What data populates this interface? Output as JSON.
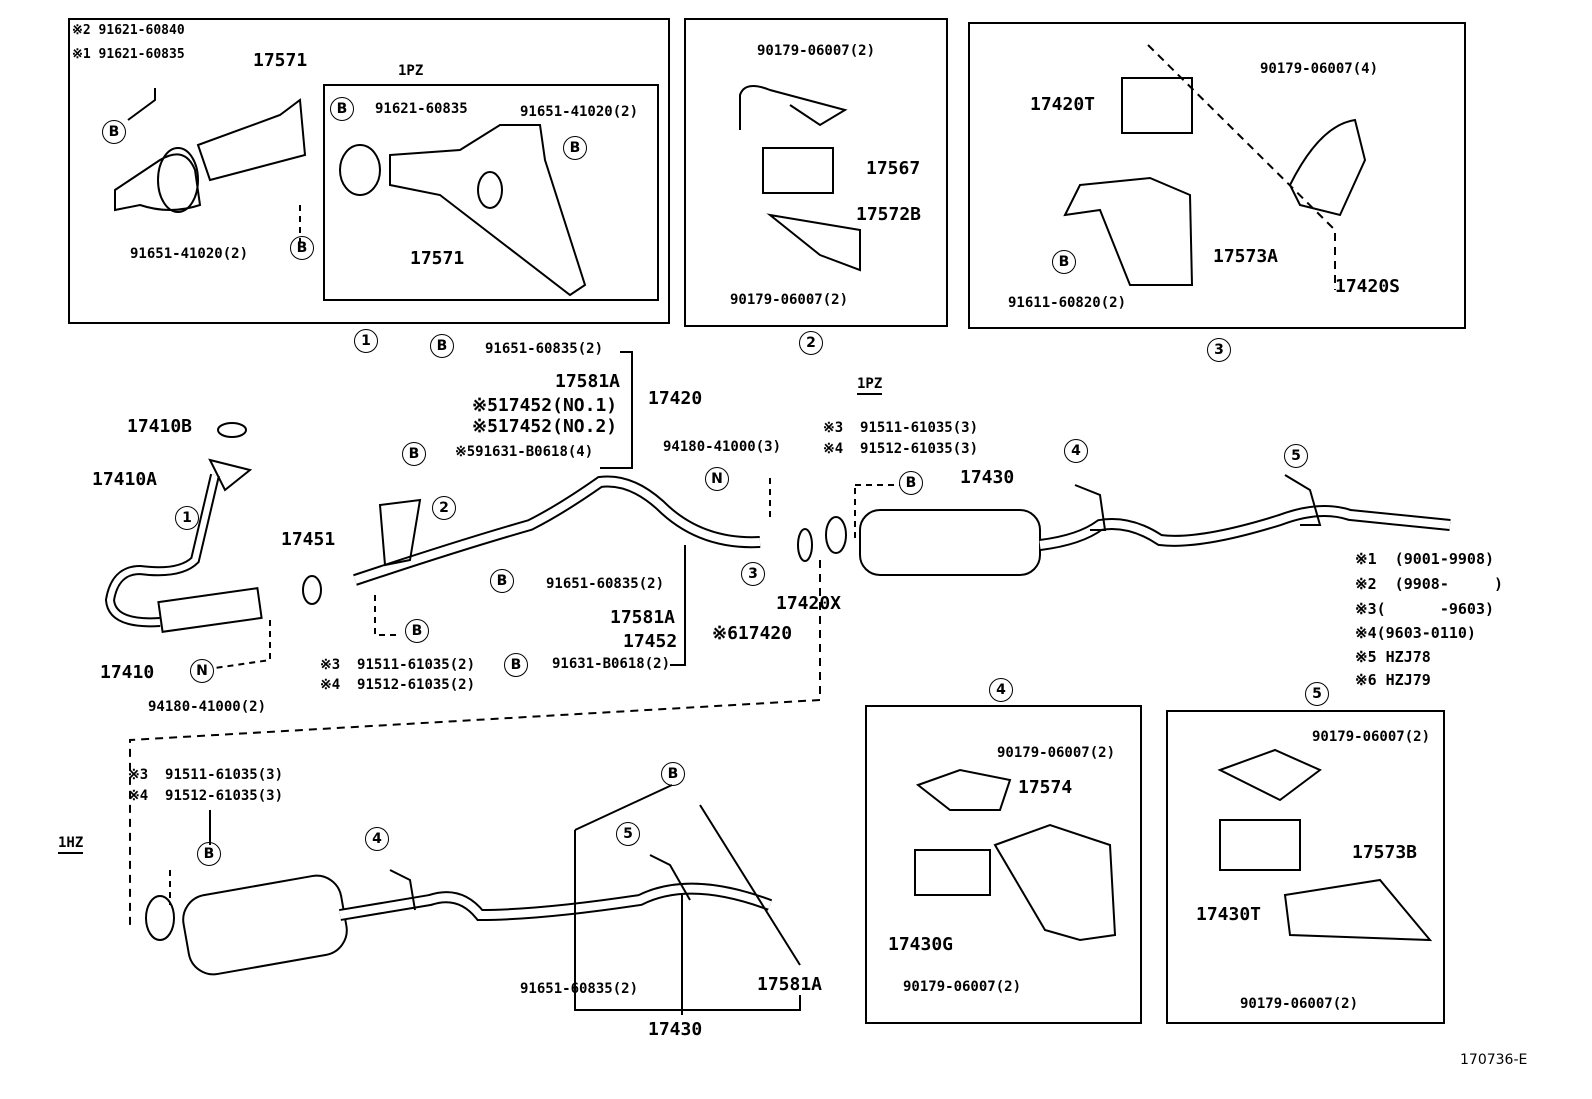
{
  "diagram_id": "170736-E",
  "panel1": {
    "note2": "※2 91621-60840",
    "note1": "※1 91621-60835",
    "part_top": "17571",
    "inset_title": "1PZ",
    "inset_bolt": "91621-60835",
    "inset_bolt2": "91651-41020(2)",
    "bolt_bottom": "91651-41020(2)",
    "inset_part": "17571"
  },
  "panel2": {
    "nut_top": "90179-06007(2)",
    "mount": "17567",
    "bracket": "17572B",
    "nut_bottom": "90179-06007(2)"
  },
  "panel3": {
    "nut": "90179-06007(4)",
    "mount": "17420T",
    "bracket": "17573A",
    "shield": "17420S",
    "bolt": "91611-60820(2)"
  },
  "refs": {
    "r1": "1",
    "r2": "2",
    "r3": "3",
    "r4": "4",
    "r5": "5",
    "b": "B",
    "n": "N"
  },
  "middle": {
    "bolt_a": "91651-60835(2)",
    "hanger_a": "17581A",
    "pipe": "17420",
    "clamp1": "※517452(NO.1)",
    "clamp2": "※517452(NO.2)",
    "bolt_b": "※591631-B0618(4)",
    "engine": "1PZ",
    "stud3": "※3  91511-61035(3)",
    "stud4": "※4  91512-61035(3)",
    "nut_n": "94180-41000(3)",
    "muffler": "17430",
    "gasket_b": "17410B",
    "gasket_a": "17410A",
    "gasket_451": "17451",
    "gasket_x": "17420X",
    "bolt_c": "91651-60835(2)",
    "hanger_c": "17581A",
    "clamp_c": "17452",
    "pipe6": "※617420",
    "bolt_d": "91631-B0618(2)",
    "front_pipe": "17410",
    "nut_n2": "94180-41000(2)",
    "stud3b": "※3  91511-61035(2)",
    "stud4b": "※4  91512-61035(2)"
  },
  "legend": [
    "※1  (9001-9908)",
    "※2  (9908-     )",
    "※3(      -9603)",
    "※4(9603-0110)",
    "※5 HZJ78",
    "※6 HZJ79"
  ],
  "bottom": {
    "stud3": "※3  91511-61035(3)",
    "stud4": "※4  91512-61035(3)",
    "engine": "1HZ",
    "bolt": "91651-60835(2)",
    "hanger": "17581A",
    "muffler": "17430"
  },
  "panel4": {
    "nut_top": "90179-06007(2)",
    "bracket": "17574",
    "mount": "17430G",
    "nut_bottom": "90179-06007(2)"
  },
  "panel5": {
    "nut_top": "90179-06007(2)",
    "bracket": "17573B",
    "mount": "17430T",
    "nut_bottom": "90179-06007(2)"
  }
}
